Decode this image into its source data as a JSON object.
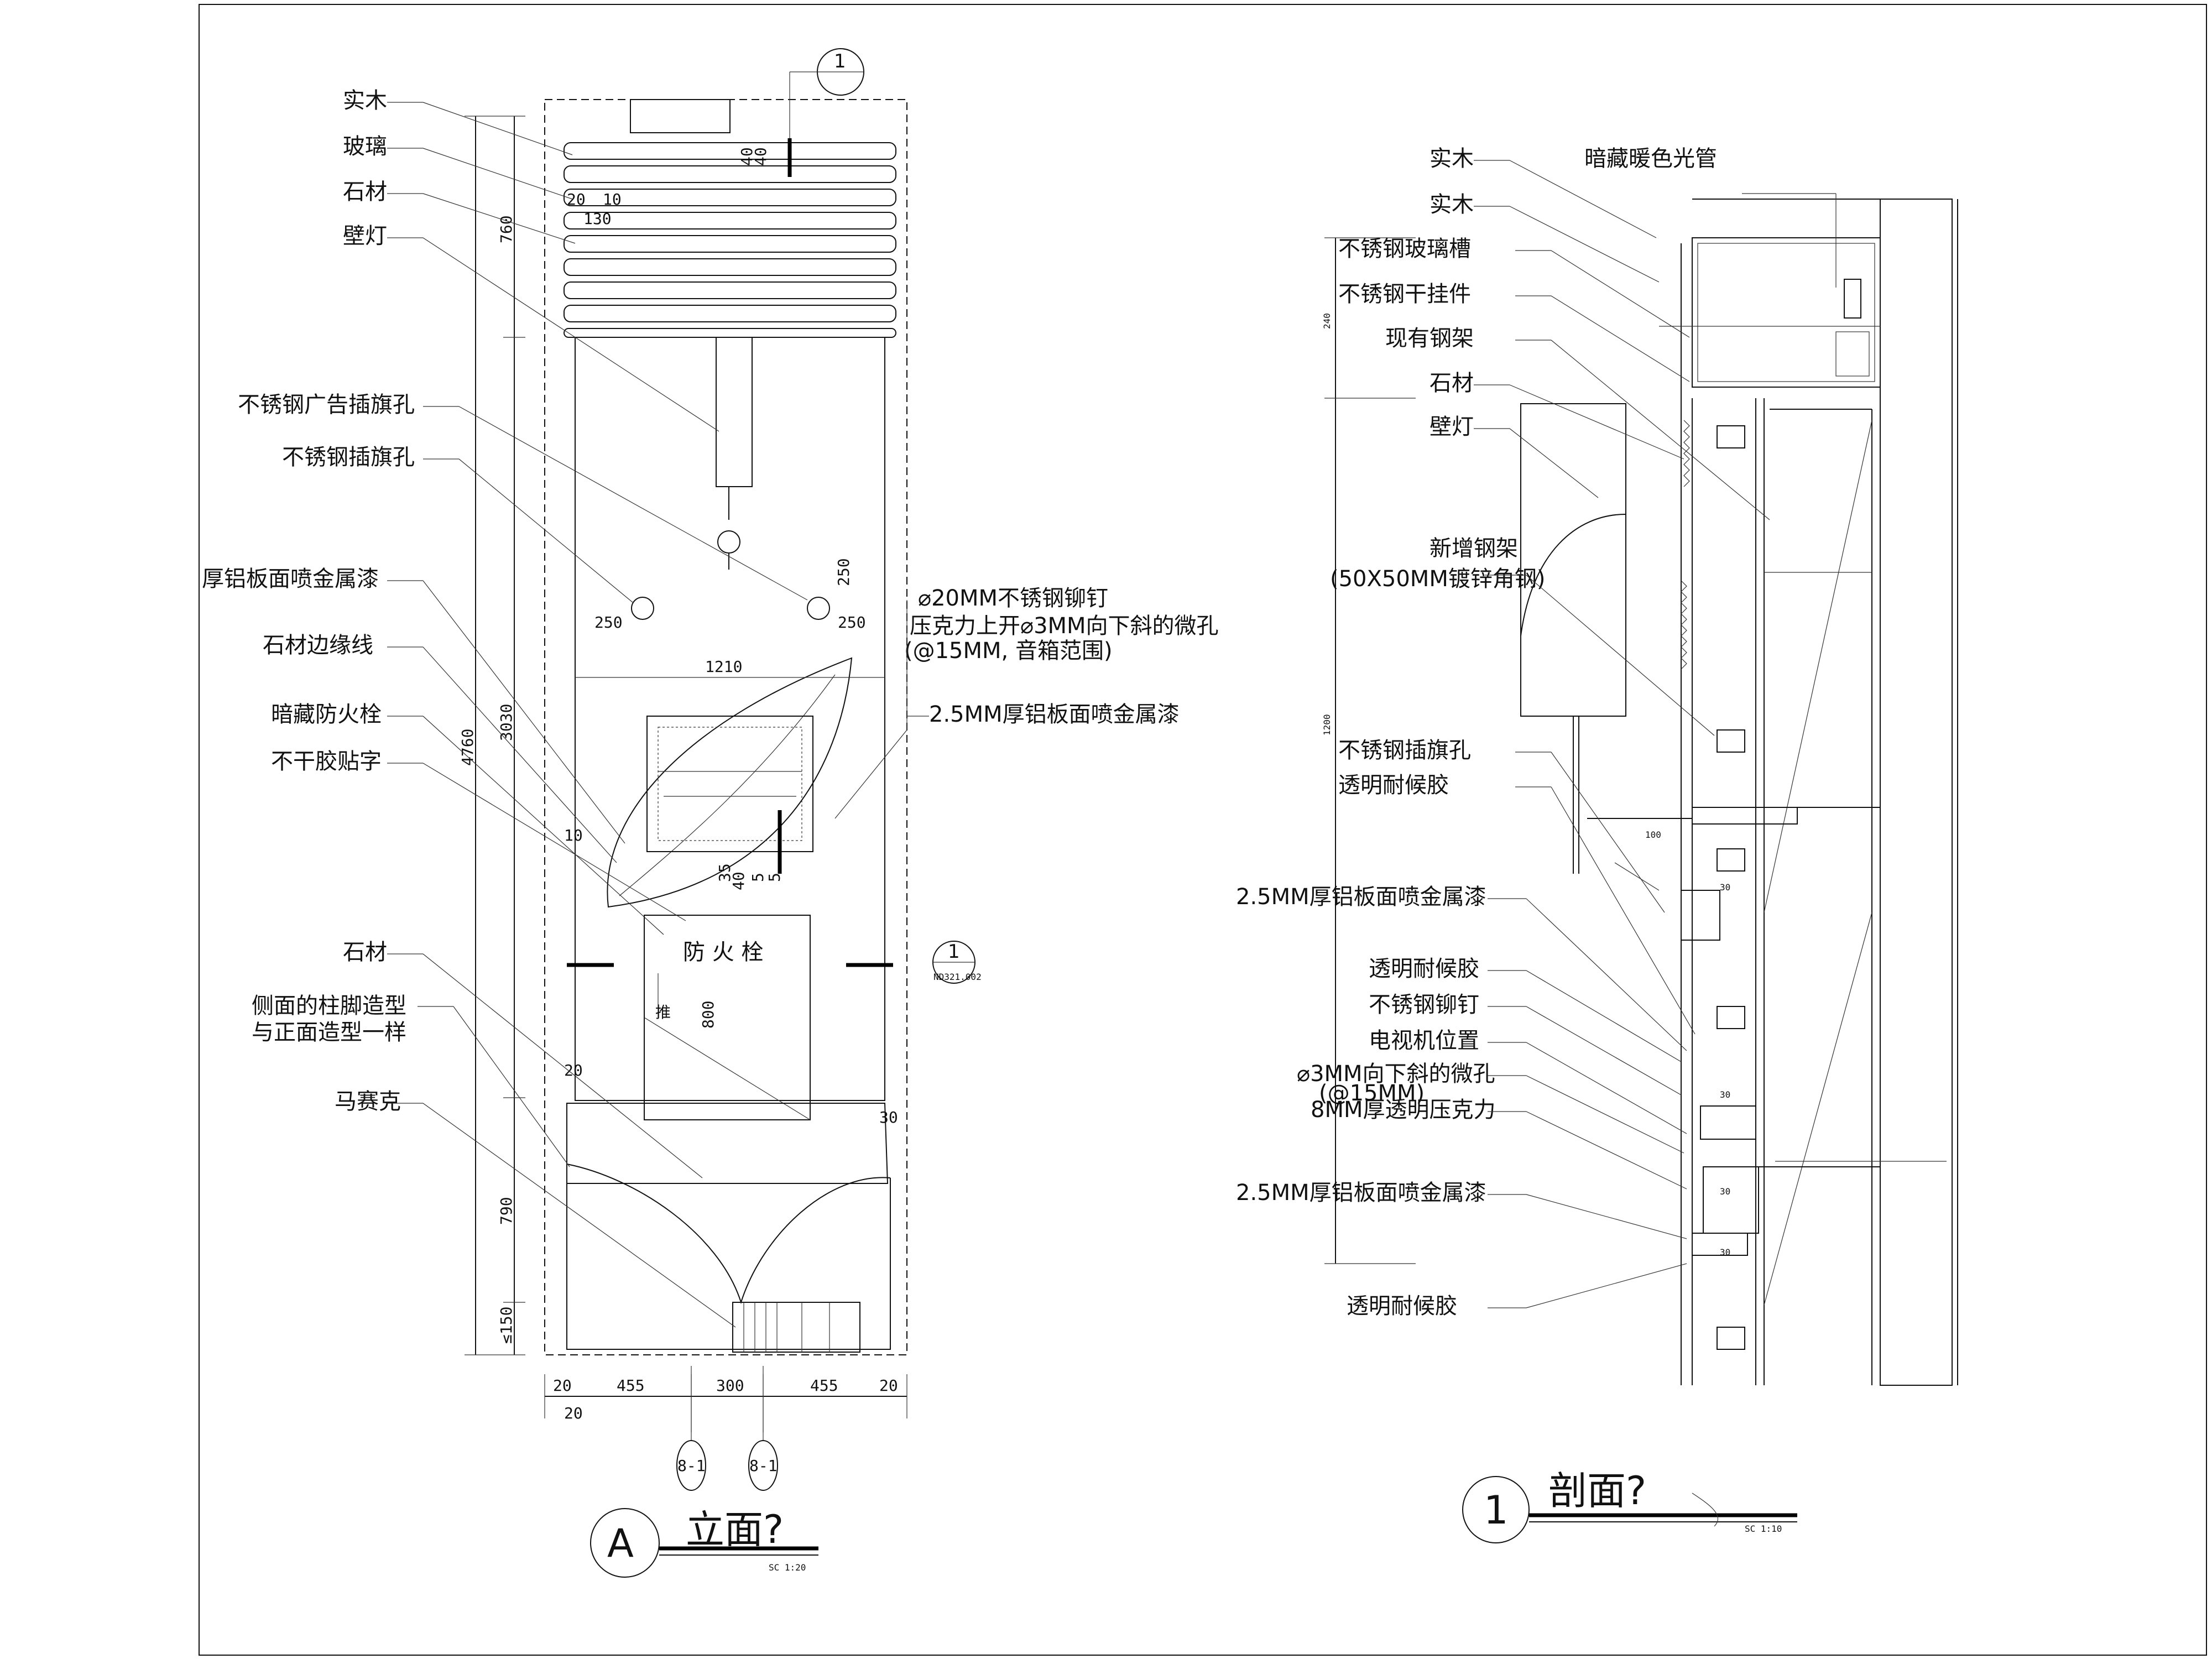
{
  "elevation": {
    "title": "立面?",
    "marker": "A",
    "scale": "SC   1:20",
    "labels_left": [
      "实木",
      "玻璃",
      "石材",
      "壁灯",
      "不锈钢广告插旗孔",
      "不锈钢插旗孔",
      "厚铝板面喷金属漆",
      "石材边缘线",
      "暗藏防火栓",
      "不干胶贴字",
      "石材",
      "侧面的柱脚造型",
      "与正面造型一样",
      "马赛克"
    ],
    "labels_right": [
      "⌀20MM不锈钢铆钉",
      "压克力上开⌀3MM向下斜的微孔",
      "(@15MM, 音箱范围)",
      "2.5MM厚铝板面喷金属漆"
    ],
    "hydrant_text": "防 火 栓",
    "section_marker_top": "1",
    "section_marker_mid": "1",
    "section_ref": "ND321.002",
    "detail_tags": [
      "8-1",
      "8-1"
    ],
    "dims_vertical": [
      "760",
      "3030",
      "4760",
      "790",
      "≤150"
    ],
    "dims_bottom": [
      "20",
      "455",
      "300",
      "455",
      "20",
      "20"
    ],
    "dims_inner": [
      "250",
      "250",
      "250",
      "1210",
      "10",
      "20",
      "30",
      "800",
      "35",
      "40",
      "5",
      "5",
      "40",
      "40",
      "20",
      "10",
      "130"
    ]
  },
  "section": {
    "title": "剖面?",
    "marker": "1",
    "scale": "SC   1:10",
    "labels_left": [
      "实木",
      "实木",
      "不锈钢玻璃槽",
      "不锈钢干挂件",
      "现有钢架",
      "石材",
      "壁灯",
      "新增钢架",
      "(50X50MM镀锌角钢)",
      "不锈钢插旗孔",
      "透明耐候胶",
      "2.5MM厚铝板面喷金属漆",
      "透明耐候胶",
      "不锈钢铆钉",
      "电视机位置",
      "⌀3MM向下斜的微孔",
      "(@15MM)",
      "8MM厚透明压克力",
      "2.5MM厚铝板面喷金属漆",
      "透明耐候胶"
    ],
    "labels_right": [
      "暗藏暖色光管"
    ],
    "dims": [
      "240",
      "1200",
      "100",
      "30",
      "30",
      "30",
      "30"
    ]
  }
}
